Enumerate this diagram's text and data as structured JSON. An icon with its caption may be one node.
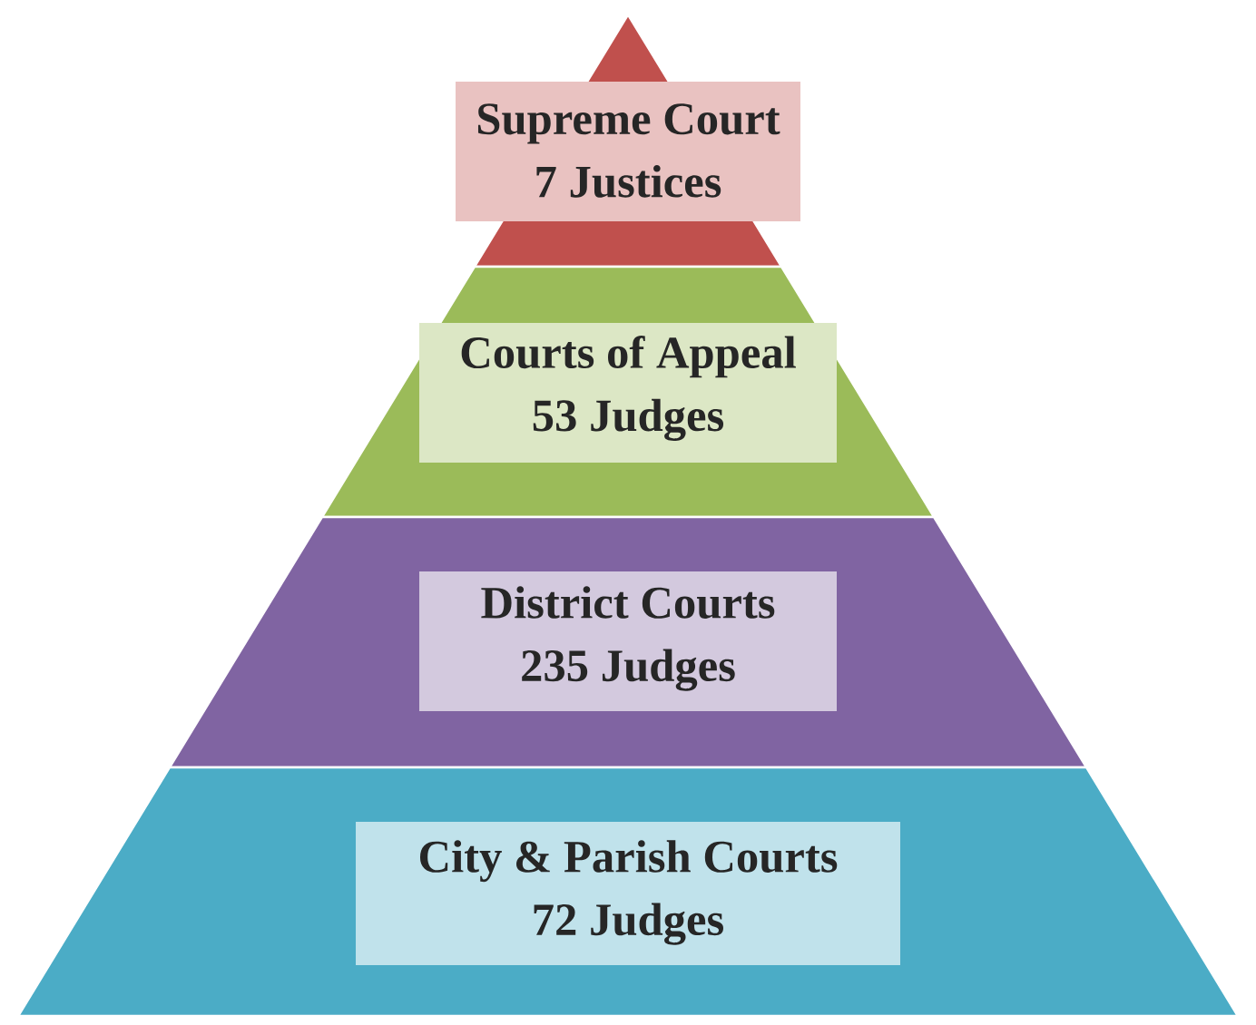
{
  "diagram": {
    "nodes": [
      {
        "text": [
          "Supreme Court",
          "7 Justices"
        ]
      },
      {
        "text": [
          "Courts of Appeal",
          "53 Judges"
        ]
      },
      {
        "text": [
          "District Courts",
          "235 Judges"
        ]
      },
      {
        "text": [
          "City & Parish Courts",
          "72 Judges"
        ]
      }
    ]
  }
}
